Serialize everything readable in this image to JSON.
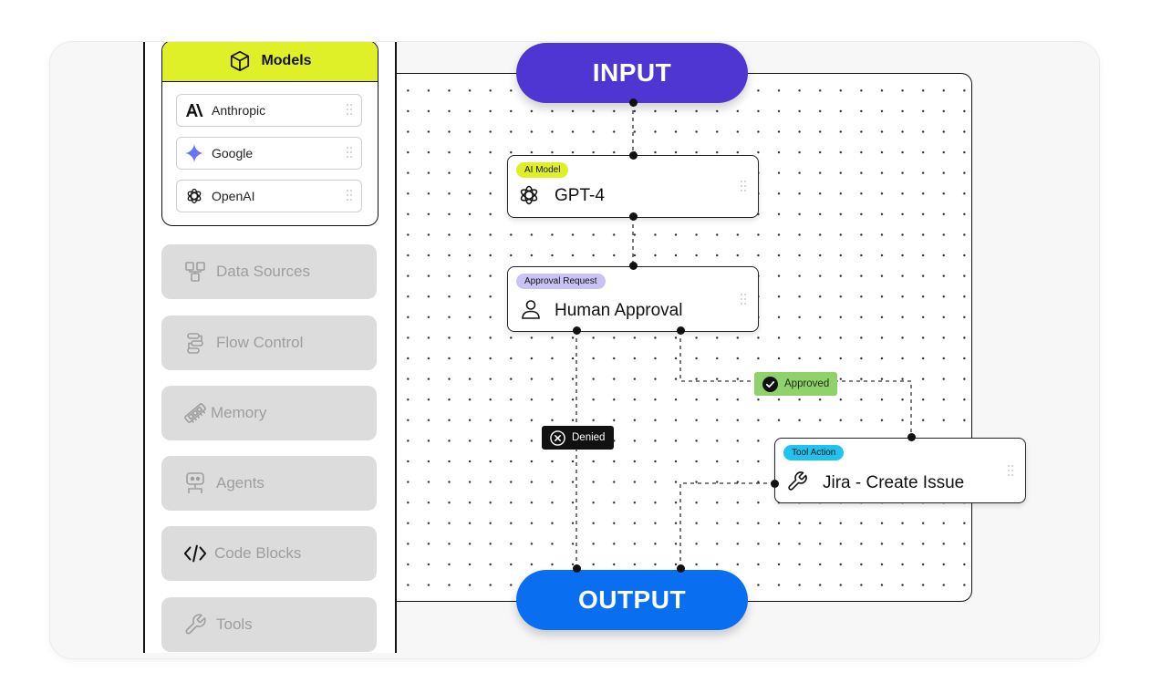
{
  "sidebar": {
    "models_header": "Models",
    "models": [
      {
        "label": "Anthropic",
        "icon": "anthropic-logo-icon"
      },
      {
        "label": "Google",
        "icon": "google-gemini-icon"
      },
      {
        "label": "OpenAI",
        "icon": "openai-logo-icon"
      }
    ],
    "categories": [
      {
        "label": "Data Sources",
        "icon": "data-sources-icon"
      },
      {
        "label": "Flow Control",
        "icon": "flow-control-icon"
      },
      {
        "label": "Memory",
        "icon": "memory-icon"
      },
      {
        "label": "Agents",
        "icon": "robot-icon"
      },
      {
        "label": "Code Blocks",
        "icon": "code-icon"
      },
      {
        "label": "Tools",
        "icon": "wrench-icon"
      }
    ]
  },
  "flow": {
    "input_label": "INPUT",
    "output_label": "OUTPUT",
    "nodes": [
      {
        "tag": "AI Model",
        "title": "GPT-4",
        "icon": "openai-logo-icon",
        "tag_color": "#dff028"
      },
      {
        "tag": "Approval Request",
        "title": "Human Approval",
        "icon": "person-icon",
        "tag_color": "#c9c3f5"
      },
      {
        "tag": "Tool Action",
        "title": "Jira - Create Issue",
        "icon": "wrench-icon",
        "tag_color": "#1fc3ee"
      }
    ],
    "badges": {
      "approved": "Approved",
      "denied": "Denied"
    }
  },
  "colors": {
    "accent_lime": "#dff028",
    "input_purple": "#4f35d2",
    "output_blue": "#0a6ef0",
    "approved_green": "#8fd16b",
    "denied_black": "#111111"
  }
}
